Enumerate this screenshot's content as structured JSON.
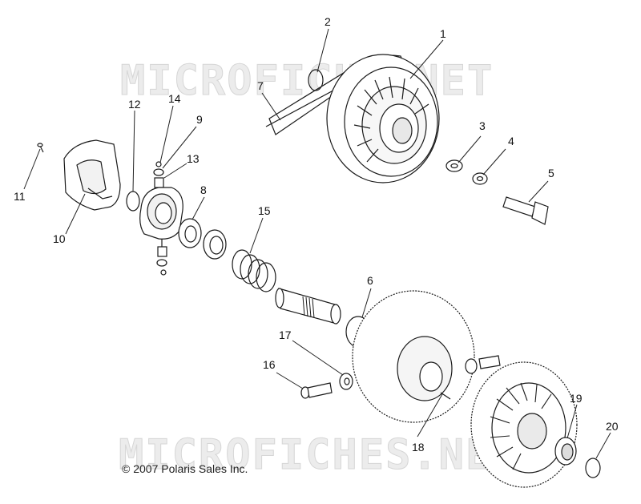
{
  "watermark_text": "MICROFICHE.NET",
  "watermark_bottom_text": "MICROFICHES.NE",
  "copyright": "© 2007 Polaris Sales Inc.",
  "callouts": [
    "1",
    "2",
    "3",
    "4",
    "5",
    "6",
    "7",
    "8",
    "9",
    "10",
    "11",
    "12",
    "13",
    "14",
    "15",
    "16",
    "17",
    "18",
    "19",
    "20"
  ],
  "colors": {
    "ink": "#1a1a1a",
    "watermark": "#d6d6d6"
  }
}
